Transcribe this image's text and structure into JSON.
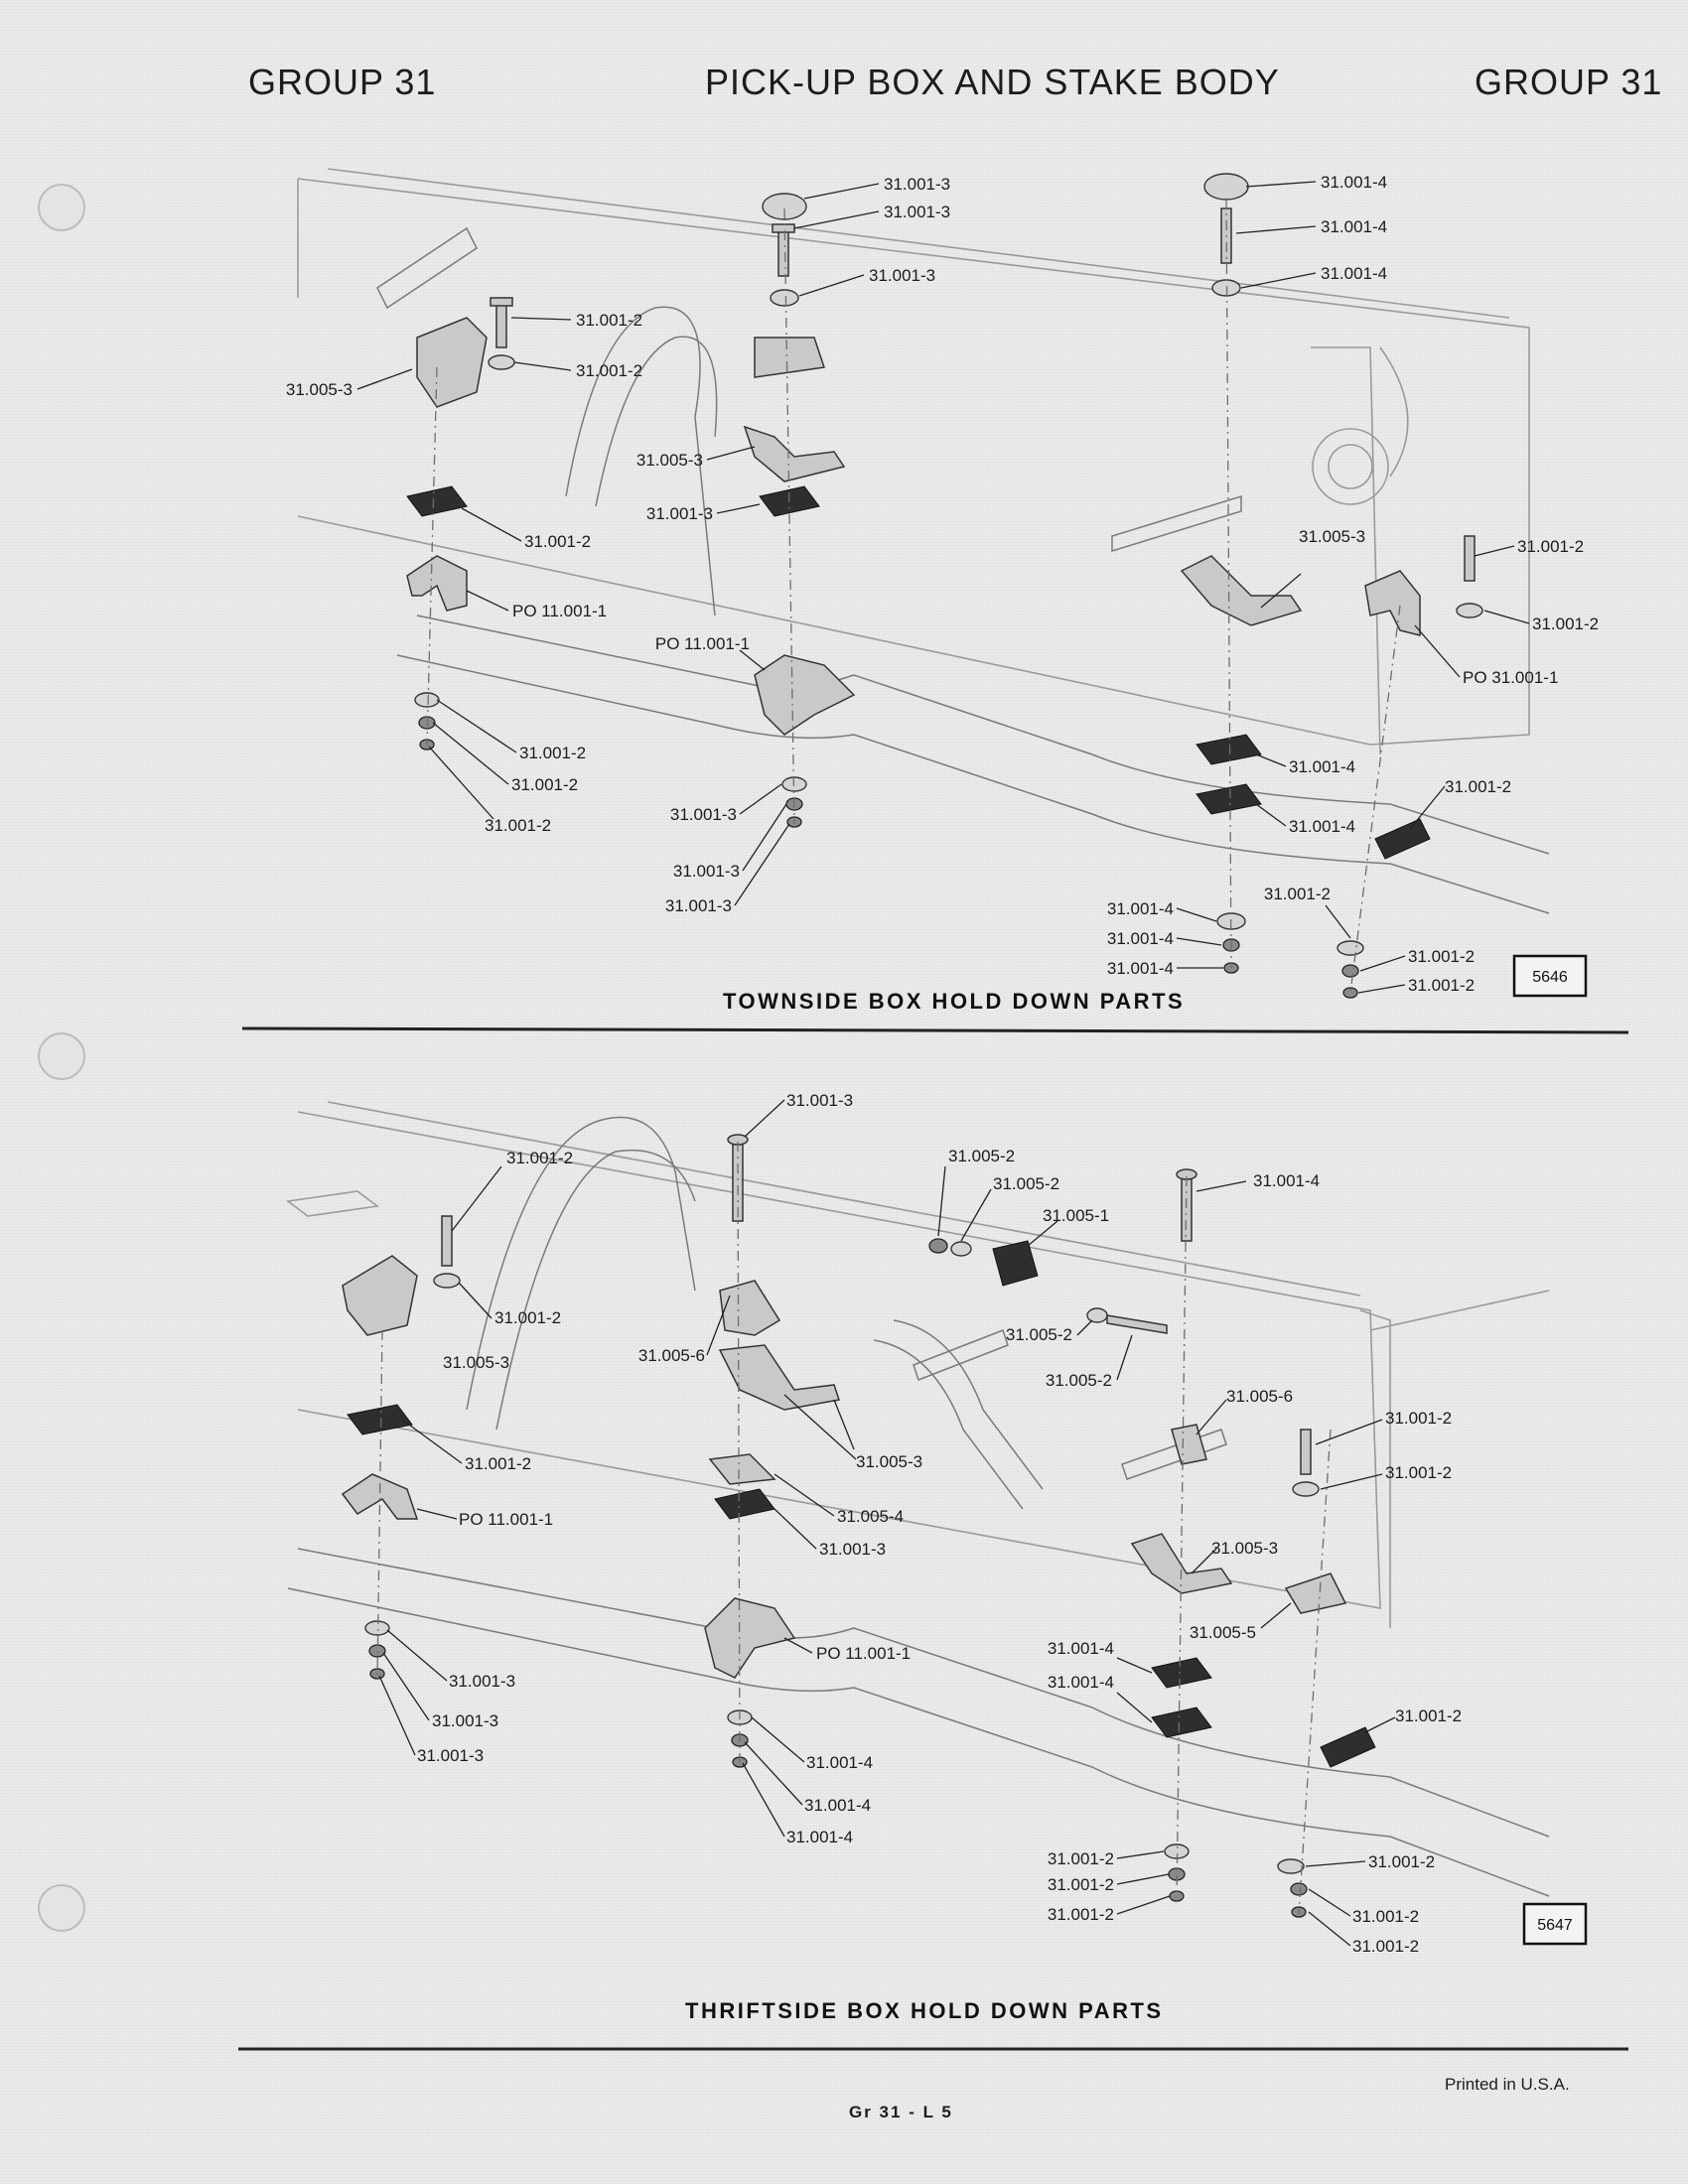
{
  "header": {
    "left": "GROUP 31",
    "center": "PICK-UP BOX AND STAKE BODY",
    "right": "GROUP 31"
  },
  "figures": {
    "top": {
      "title": "TOWNSIDE BOX HOLD DOWN PARTS",
      "figure_number": "5646",
      "callouts": [
        "31.001-3",
        "31.001-3",
        "31.001-3",
        "31.001-4",
        "31.001-4",
        "31.001-4",
        "31.001-2",
        "31.001-2",
        "31.005-3",
        "31.005-3",
        "31.001-3",
        "31.001-2",
        "PO 11.001-1",
        "PO 11.001-1",
        "31.005-3",
        "31.001-2",
        "31.001-2",
        "PO 31.001-1",
        "31.001-2",
        "31.001-2",
        "31.001-2",
        "31.001-3",
        "31.001-3",
        "31.001-3",
        "31.001-4",
        "31.001-4",
        "31.001-2",
        "31.001-2",
        "31.001-4",
        "31.001-4",
        "31.001-4",
        "31.001-2",
        "31.001-2"
      ]
    },
    "bottom": {
      "title": "THRIFTSIDE BOX HOLD DOWN PARTS",
      "figure_number": "5647",
      "callouts": [
        "31.001-3",
        "31.005-2",
        "31.005-2",
        "31.005-1",
        "31.001-4",
        "31.001-2",
        "31.001-2",
        "31.005-6",
        "31.005-3",
        "31.005-2",
        "31.005-2",
        "31.005-6",
        "31.001-2",
        "31.001-2",
        "31.001-2",
        "PO 11.001-1",
        "31.005-3",
        "31.005-4",
        "31.001-3",
        "31.005-3",
        "31.005-5",
        "31.001-4",
        "31.001-4",
        "PO 11.001-1",
        "31.001-2",
        "31.001-2",
        "31.001-2",
        "31.001-2",
        "31.001-3",
        "31.001-3",
        "31.001-3",
        "31.001-4",
        "31.001-4",
        "31.001-4",
        "31.001-2",
        "31.001-2",
        "31.001-2"
      ]
    }
  },
  "footer": {
    "printed": "Printed in U.S.A.",
    "page": "Gr 31 - L 5"
  }
}
